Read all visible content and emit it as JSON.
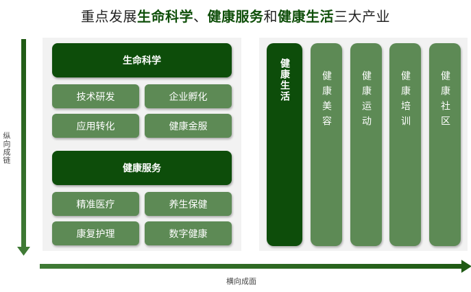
{
  "title": {
    "part1": "重点发展",
    "hl1": "生命科学",
    "sep1": "、",
    "hl2": "健康服务",
    "sep2": "和",
    "hl3": "健康生活",
    "part2": "三大产业"
  },
  "life_science": {
    "header": "生命科学",
    "items": [
      "技术研发",
      "企业孵化",
      "应用转化",
      "健康金服"
    ]
  },
  "health_service": {
    "header": "健康服务",
    "items": [
      "精准医疗",
      "养生保健",
      "康复护理",
      "数字健康"
    ]
  },
  "health_life": {
    "header": "健康生活",
    "columns": [
      "健康美容",
      "健康运动",
      "健康培训",
      "健康社区"
    ]
  },
  "axes": {
    "vertical": "纵向成链",
    "horizontal": "横向成面"
  },
  "colors": {
    "dark_green": "#0d4d0a",
    "light_green": "#5d8a55",
    "arrow_green": "#2e6b22"
  }
}
